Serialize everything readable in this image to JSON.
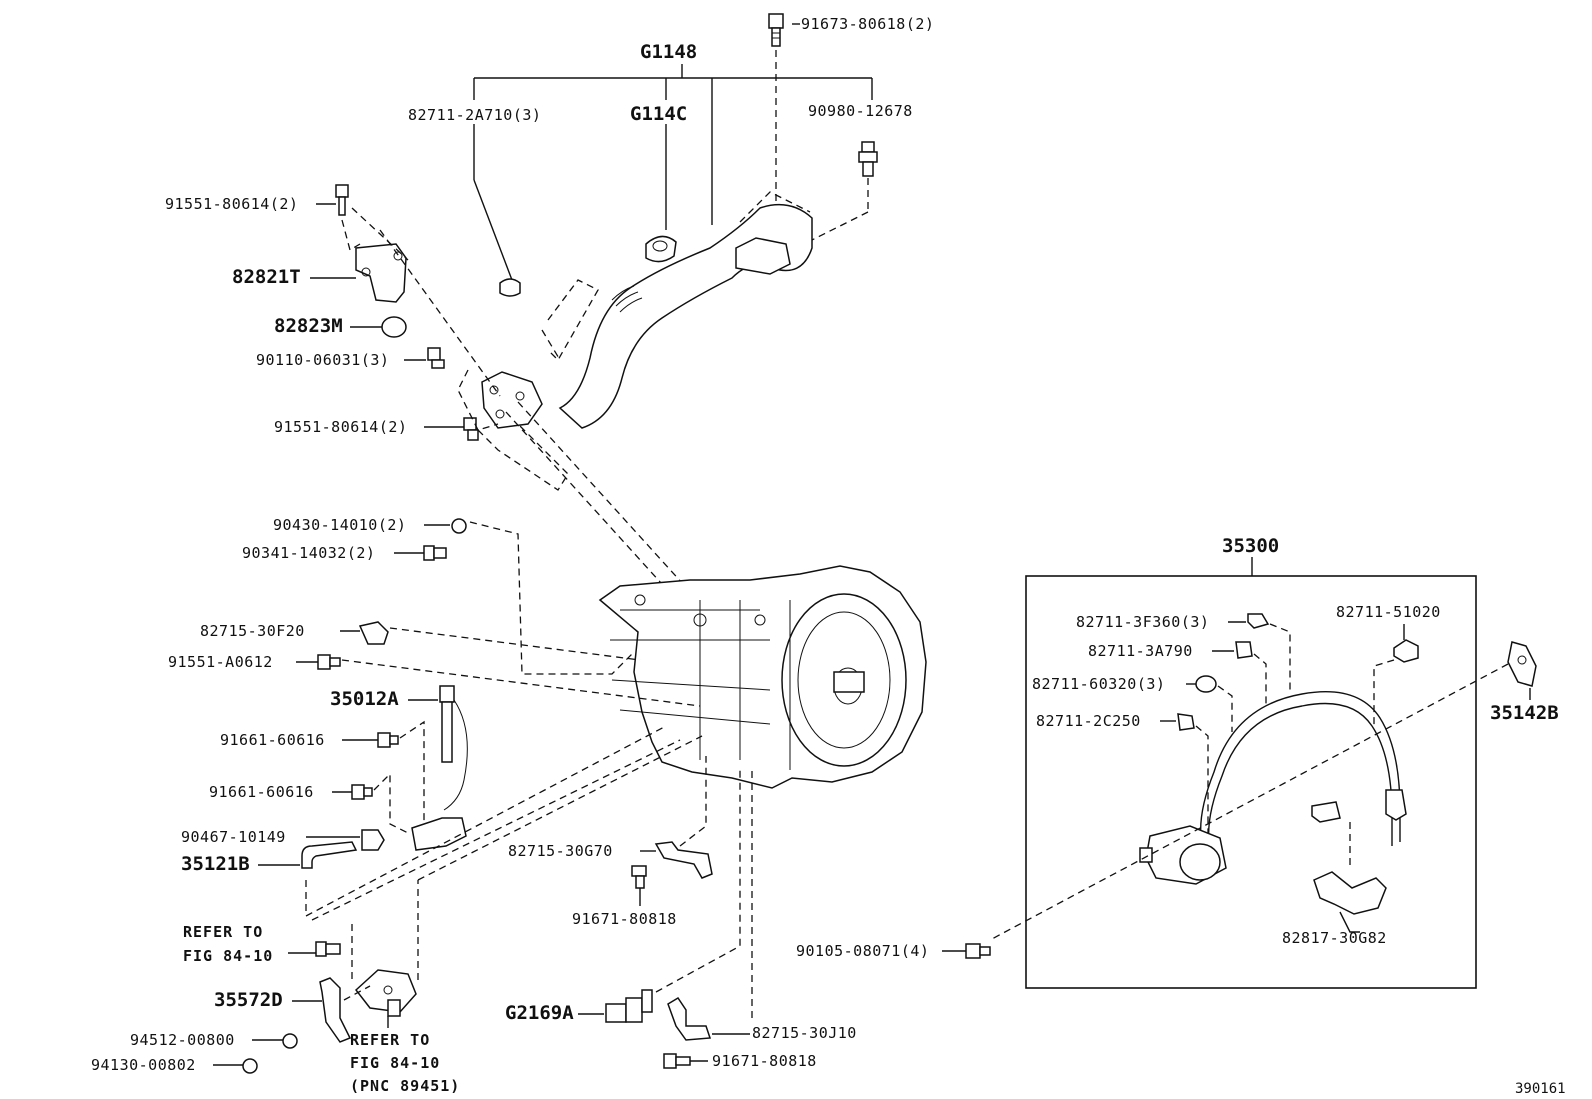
{
  "labels": {
    "l_91673": "91673-80618(2)",
    "l_G1148": "G1148",
    "l_82711_2A710": "82711-2A710(3)",
    "l_G114C": "G114C",
    "l_90980": "90980-12678",
    "l_91551_top": "91551-80614(2)",
    "l_82821T": "82821T",
    "l_82823M": "82823M",
    "l_90110": "90110-06031(3)",
    "l_91551_mid": "91551-80614(2)",
    "l_90430": "90430-14010(2)",
    "l_90341": "90341-14032(2)",
    "l_82715_30F20": "82715-30F20",
    "l_91551_A0612": "91551-A0612",
    "l_35012A": "35012A",
    "l_91661_a": "91661-60616",
    "l_91661_b": "91661-60616",
    "l_90467": "90467-10149",
    "l_35121B": "35121B",
    "l_refer1_a": "REFER TO",
    "l_refer1_b": "FIG 84-10",
    "l_35572D": "35572D",
    "l_94512": "94512-00800",
    "l_94130": "94130-00802",
    "l_refer2_a": "REFER TO",
    "l_refer2_b": "FIG 84-10",
    "l_refer2_c": "(PNC 89451)",
    "l_82715_30G70": "82715-30G70",
    "l_91671_a": "91671-80818",
    "l_G2169A": "G2169A",
    "l_82715_30J10": "82715-30J10",
    "l_91671_b": "91671-80818",
    "l_35300": "35300",
    "l_82711_3F360": "82711-3F360(3)",
    "l_82711_3A790": "82711-3A790",
    "l_82711_60320": "82711-60320(3)",
    "l_82711_2C250": "82711-2C250",
    "l_82711_51020": "82711-51020",
    "l_35142B": "35142B",
    "l_90105": "90105-08071(4)",
    "l_82817": "82817-30G82",
    "l_fig_no": "390161"
  }
}
